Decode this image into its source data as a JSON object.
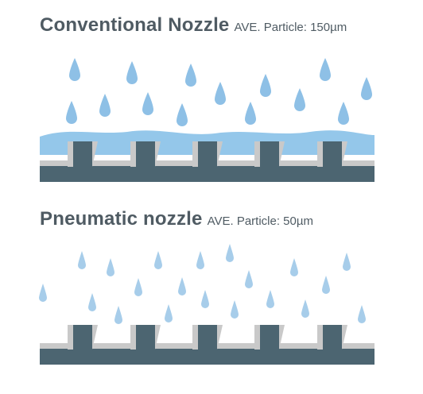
{
  "panels": [
    {
      "title": "Conventional  Nozzle",
      "subtitle": "AVE. Particle: 150µm",
      "drop_size": "large",
      "coating": true
    },
    {
      "title": "Pneumatic nozzle",
      "subtitle": "AVE. Particle: 50µm",
      "drop_size": "small",
      "coating": false
    }
  ],
  "colors": {
    "title": "#4f5b63",
    "droplet_large": "#8ec0e6",
    "droplet_small": "#a7cdea",
    "coating": "#94c7ea",
    "substrate": "#4c6571",
    "substrate_liner": "#c9c9c9"
  }
}
